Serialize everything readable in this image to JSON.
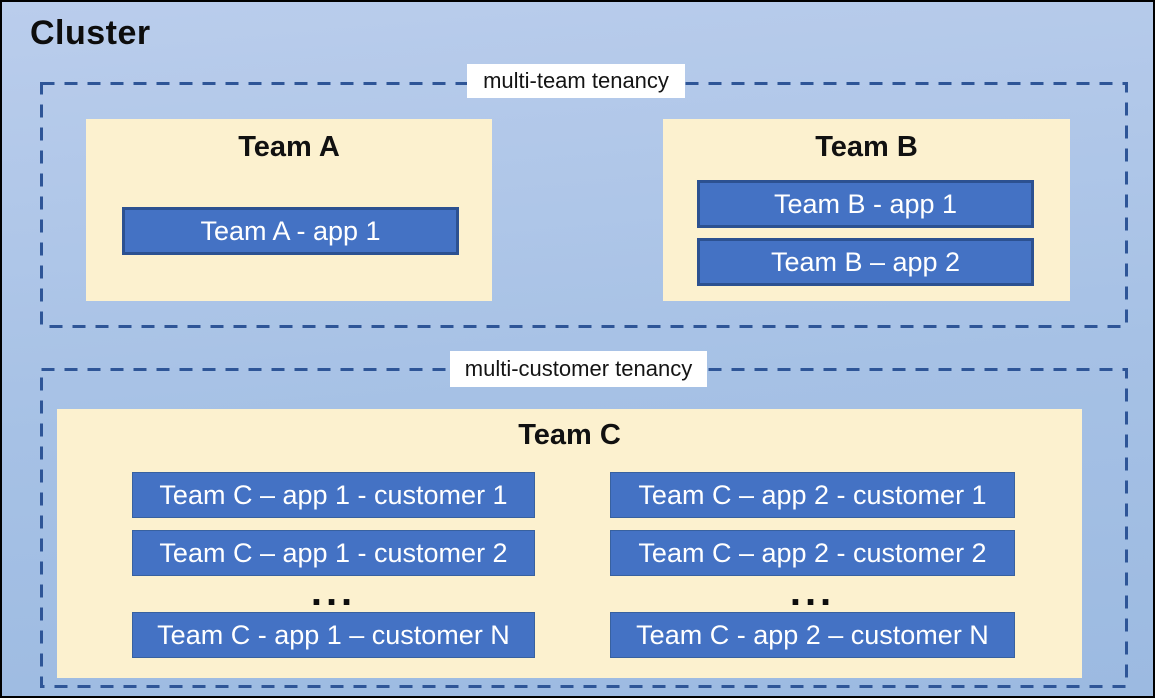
{
  "cluster": {
    "title": "Cluster"
  },
  "zones": [
    {
      "label": "multi-team tenancy",
      "teams": [
        {
          "name": "Team A",
          "apps": [
            "Team A - app 1"
          ]
        },
        {
          "name": "Team B",
          "apps": [
            "Team B - app 1",
            "Team B – app 2"
          ]
        }
      ]
    },
    {
      "label": "multi-customer tenancy",
      "teams": [
        {
          "name": "Team C",
          "columns": [
            {
              "apps": [
                "Team C – app 1 - customer 1",
                "Team C – app 1 - customer 2",
                "Team C - app 1 – customer N"
              ],
              "ellipsis": "..."
            },
            {
              "apps": [
                "Team C – app 2 - customer 1",
                "Team C – app 2 - customer 2",
                "Team C - app 2 – customer N"
              ],
              "ellipsis": "..."
            }
          ]
        }
      ]
    }
  ],
  "colors": {
    "canvas_top": "#bacdec",
    "canvas_mid": "#a6c1e5",
    "canvas_bottom": "#9cbae1",
    "panel": "#fcf1cf",
    "app_fill": "#4472c4",
    "app_border": "#2c5191",
    "app_border_thin": "#38619f",
    "dashed_border": "#2e5597",
    "label_bg": "#ffffff",
    "app_text": "#ffffff"
  }
}
